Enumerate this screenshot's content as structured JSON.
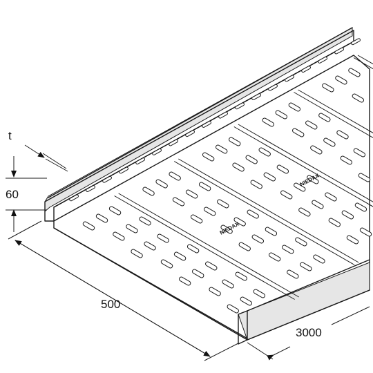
{
  "dimensions": {
    "thickness_label": "t",
    "height_label": "60",
    "width_label": "500",
    "length_label": "3000"
  },
  "brand_marks": [
    "NIEDAX",
    "NIEDAX"
  ]
}
